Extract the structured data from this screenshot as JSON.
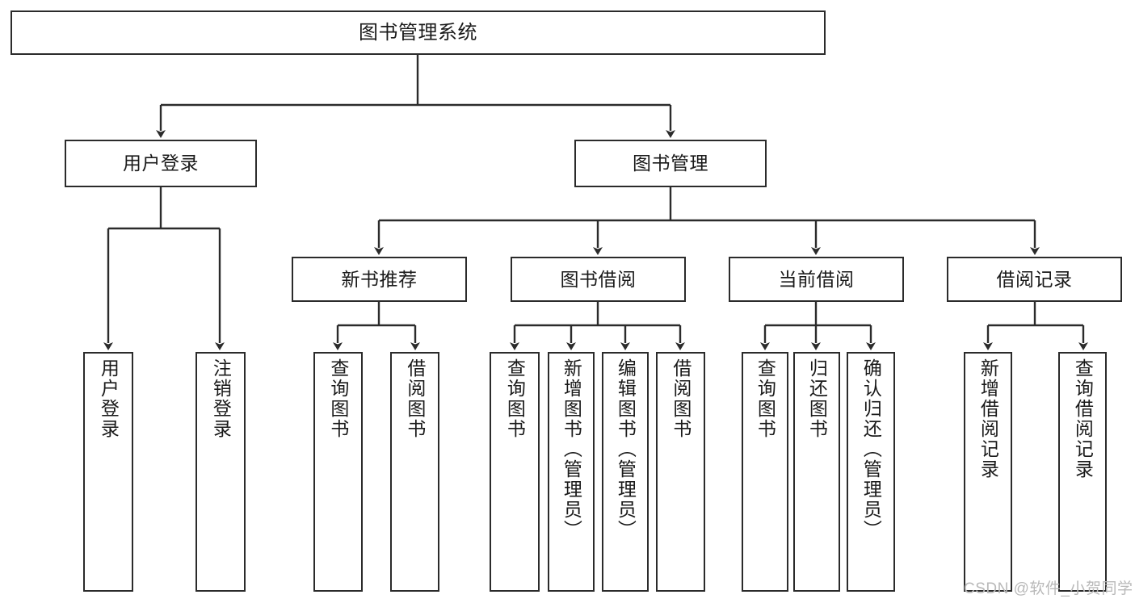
{
  "diagram": {
    "title": "图书管理系统",
    "type": "tree-hierarchy",
    "background_color": "#ffffff",
    "stroke_color": "#2b2b2b",
    "text_color": "#1a1a1a"
  },
  "nodes": {
    "root": {
      "label": "图书管理系统"
    },
    "level2": [
      {
        "id": "user-login",
        "label": "用户登录"
      },
      {
        "id": "book-manage",
        "label": "图书管理"
      }
    ],
    "level3": [
      {
        "id": "new-book-recommend",
        "label": "新书推荐"
      },
      {
        "id": "book-borrow",
        "label": "图书借阅"
      },
      {
        "id": "current-borrow",
        "label": "当前借阅"
      },
      {
        "id": "borrow-record",
        "label": "借阅记录"
      }
    ],
    "leaves": {
      "user_login": [
        {
          "id": "leaf-user-login",
          "label": "用户登录"
        },
        {
          "id": "leaf-user-logout",
          "label": "注销登录"
        }
      ],
      "new_book_recommend": [
        {
          "id": "leaf-query-book-1",
          "label": "查询图书"
        },
        {
          "id": "leaf-borrow-book-1",
          "label": "借阅图书"
        }
      ],
      "book_borrow": [
        {
          "id": "leaf-query-book-2",
          "label": "查询图书"
        },
        {
          "id": "leaf-add-book",
          "label": "新增图书（管理员）"
        },
        {
          "id": "leaf-edit-book",
          "label": "编辑图书（管理员）"
        },
        {
          "id": "leaf-borrow-book-2",
          "label": "借阅图书"
        }
      ],
      "current_borrow": [
        {
          "id": "leaf-query-book-3",
          "label": "查询图书"
        },
        {
          "id": "leaf-return-book",
          "label": "归还图书"
        },
        {
          "id": "leaf-confirm-return",
          "label": "确认归还（管理员）"
        }
      ],
      "borrow_record": [
        {
          "id": "leaf-add-record",
          "label": "新增借阅记录"
        },
        {
          "id": "leaf-query-record",
          "label": "查询借阅记录"
        }
      ]
    }
  },
  "watermark": {
    "text": "CSDN @软件_小贺同学"
  }
}
